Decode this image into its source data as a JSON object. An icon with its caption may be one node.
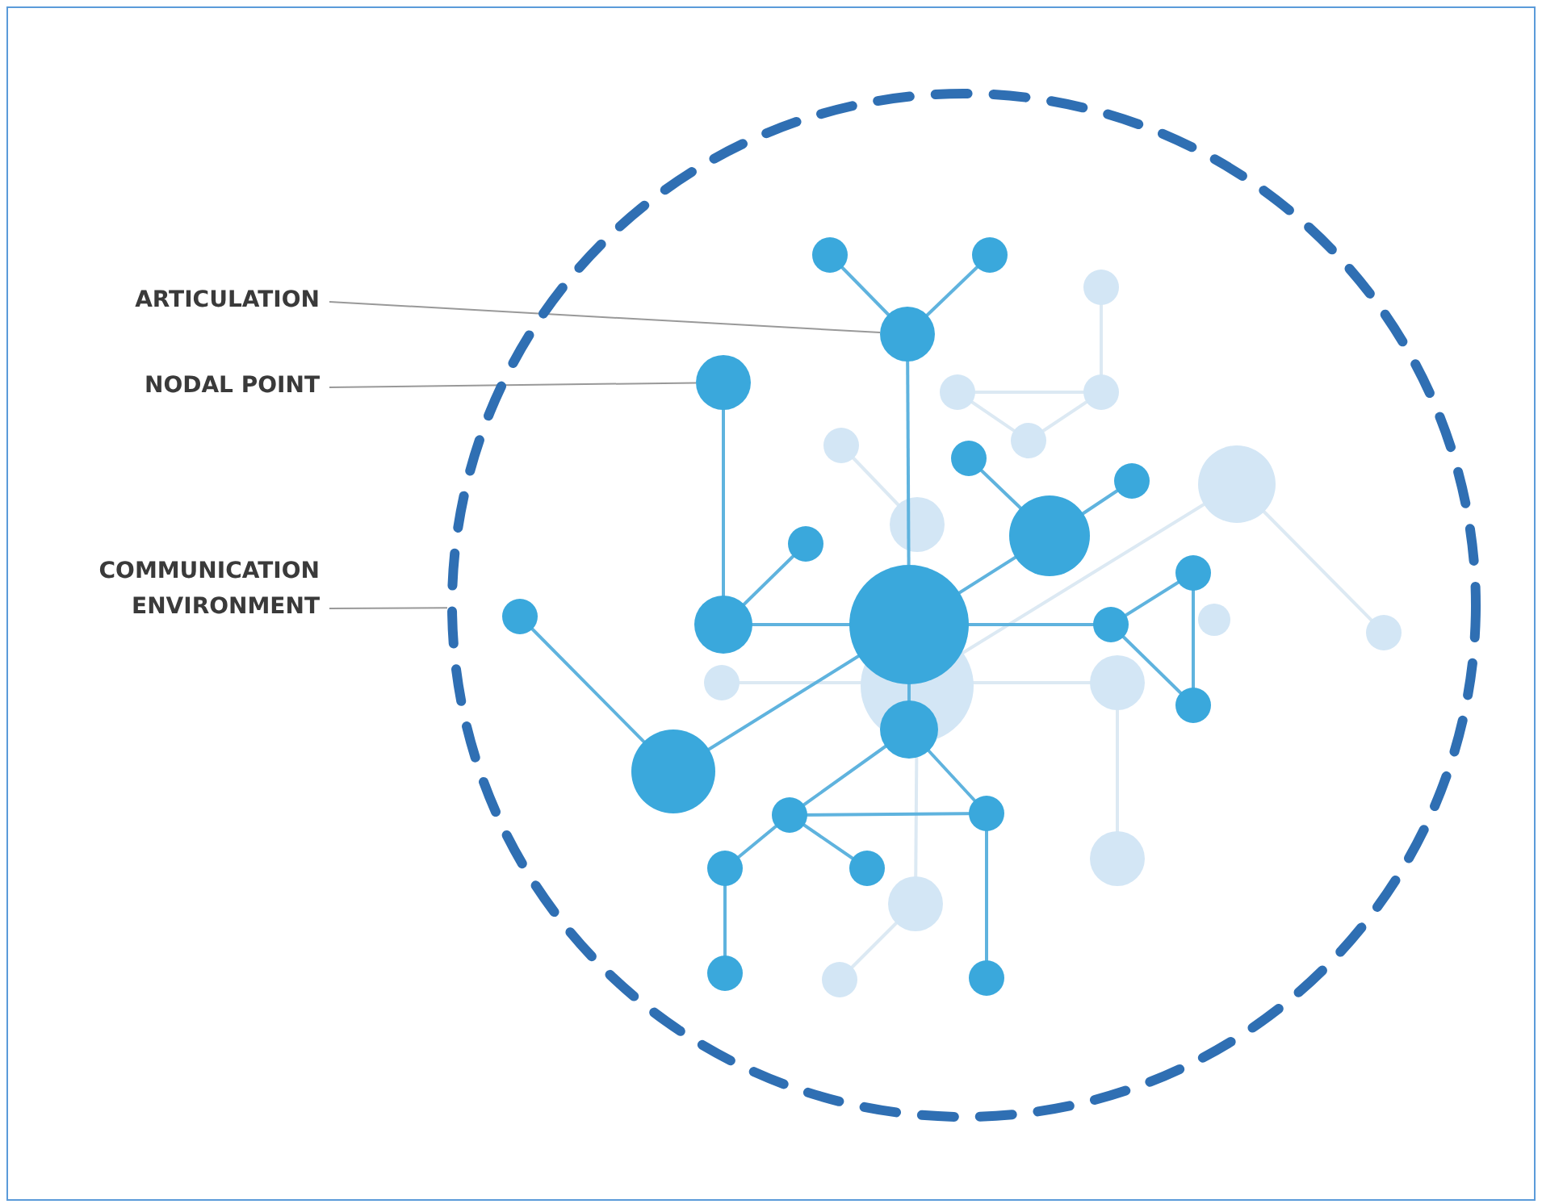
{
  "diagram": {
    "nodes": [
      {
        "text": [
          "ARTICULATION"
        ]
      },
      {
        "text": [
          "NODAL POINT"
        ]
      },
      {
        "text": [
          "COMMUNICATION ENVIRONMENT"
        ]
      },
      {
        "text": [],
        "shape": "circle"
      },
      {
        "text": [],
        "shape": "circle",
        "in": 3
      },
      {
        "text": [],
        "shape": "circle",
        "in": 3
      }
    ],
    "edges": [
      {
        "from": 0,
        "to": 4,
        "arrow": "none"
      },
      {
        "from": 1,
        "to": 5,
        "arrow": "none"
      },
      {
        "from": 2,
        "to": 3,
        "arrow": "none"
      }
    ]
  }
}
